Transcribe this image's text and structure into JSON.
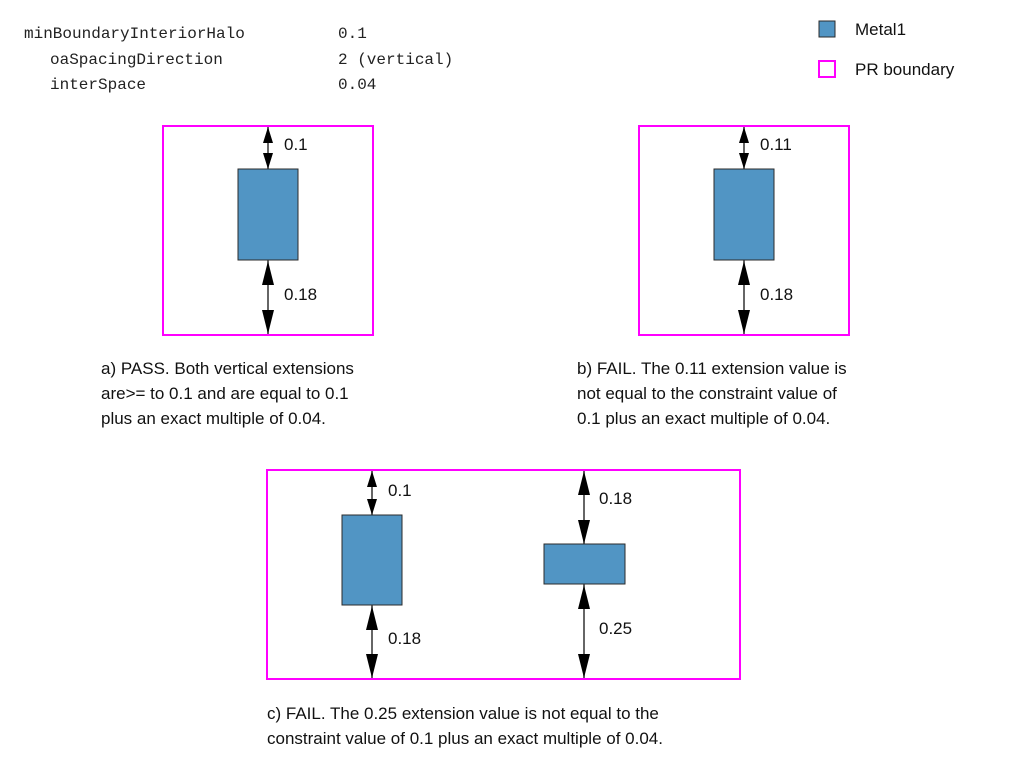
{
  "params": [
    {
      "name": "minBoundaryInteriorHalo",
      "value": "0.1"
    },
    {
      "name": "oaSpacingDirection",
      "value": "2 (vertical)"
    },
    {
      "name": "interSpace",
      "value": "0.04"
    }
  ],
  "legend": [
    {
      "label": "Metal1",
      "color": "#5195c4"
    },
    {
      "label": "PR boundary",
      "color": "#ff00ff"
    }
  ],
  "examples": {
    "a": {
      "top_value": "0.1",
      "bottom_value": "0.18",
      "caption": [
        "a) PASS. Both vertical extensions",
        "are>= to 0.1 and are equal to 0.1",
        "plus an exact multiple of 0.04."
      ]
    },
    "b": {
      "top_value": "0.11",
      "bottom_value": "0.18",
      "caption": [
        "b) FAIL. The 0.11 extension value is",
        "not equal to the constraint value of",
        "0.1 plus an exact multiple of 0.04."
      ]
    },
    "c": {
      "left_top_value": "0.1",
      "left_bottom_value": "0.18",
      "right_top_value": "0.18",
      "right_bottom_value": "0.25",
      "caption": [
        "c) FAIL. The 0.25 extension value is not equal to the",
        "constraint value of 0.1 plus an exact multiple of 0.04."
      ]
    }
  }
}
